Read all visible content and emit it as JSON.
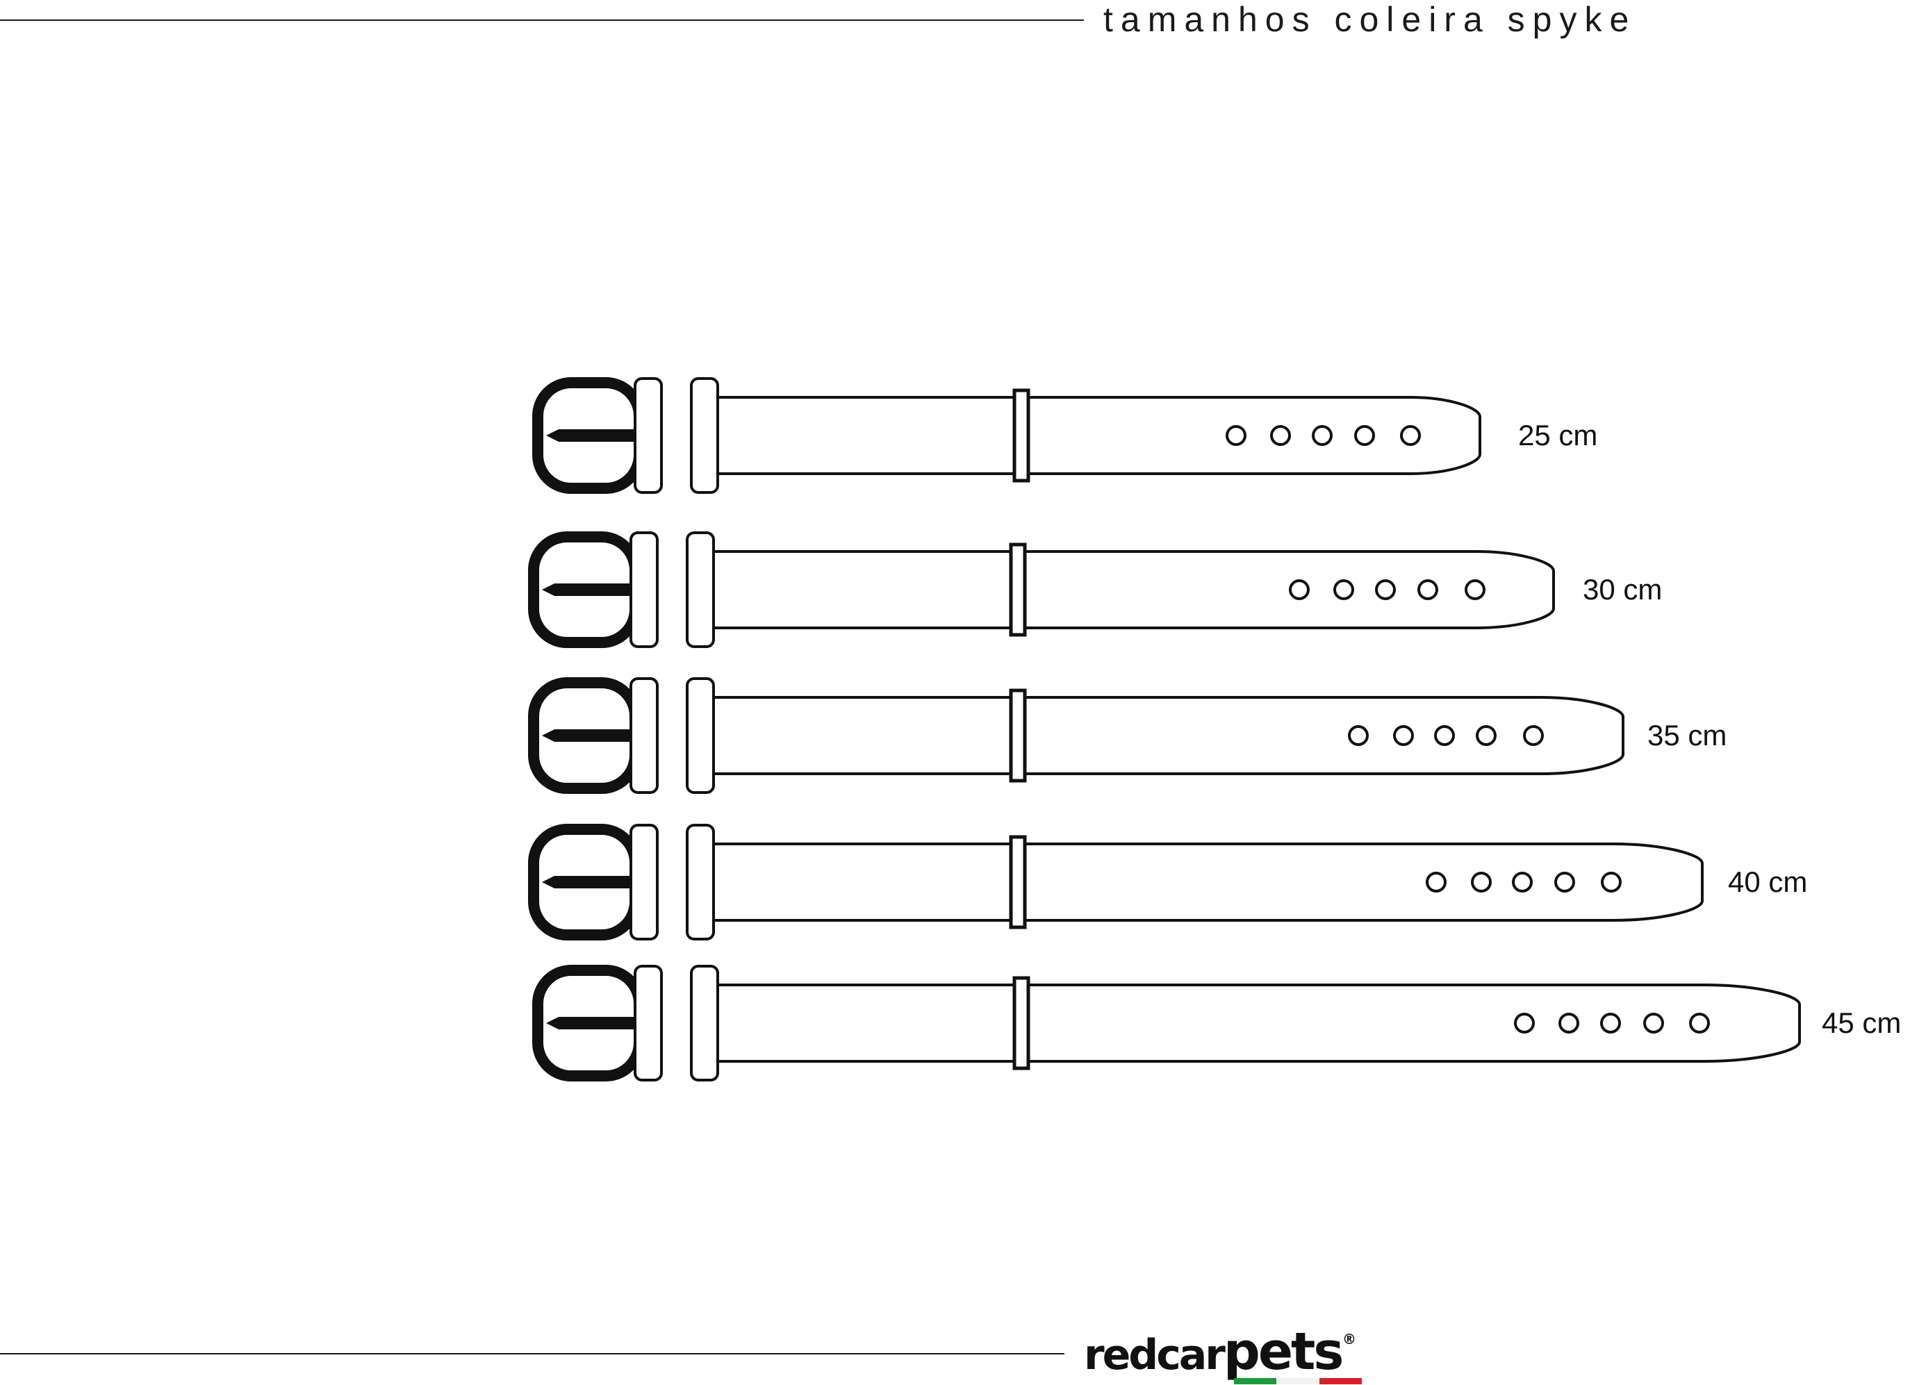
{
  "header": {
    "title": "tamanhos coleira spyke"
  },
  "collars": [
    {
      "size": "25 cm",
      "holes": 5
    },
    {
      "size": "30 cm",
      "holes": 5
    },
    {
      "size": "35 cm",
      "holes": 5
    },
    {
      "size": "40 cm",
      "holes": 5
    },
    {
      "size": "45 cm",
      "holes": 5
    }
  ],
  "footer": {
    "brand": {
      "prefix": "redcar",
      "suffix": "pets",
      "registered": "®",
      "flag_colors": [
        "#1e9b3d",
        "#f2f2f2",
        "#d6202a"
      ]
    }
  },
  "colors": {
    "stroke": "#111111",
    "background": "#ffffff"
  }
}
